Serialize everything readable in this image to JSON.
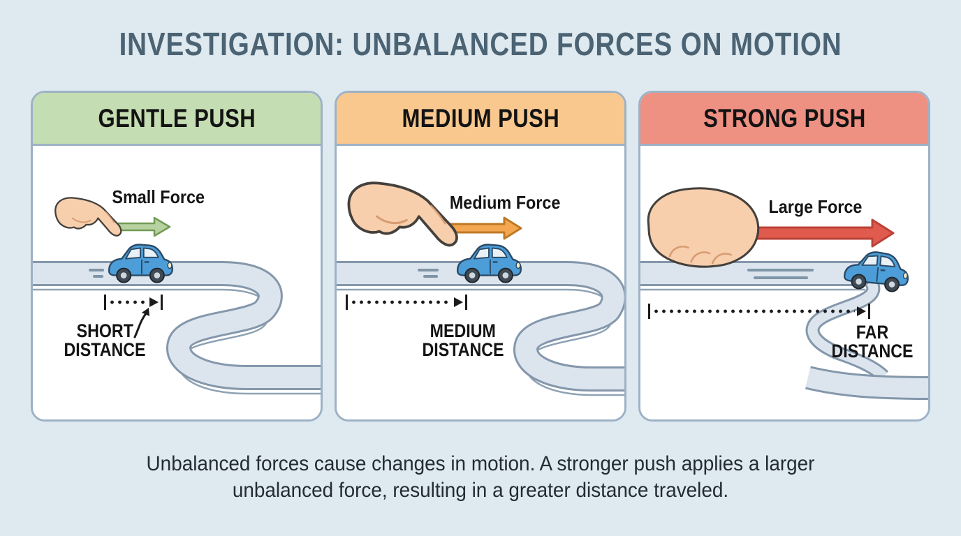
{
  "title": "INVESTIGATION: UNBALANCED FORCES ON MOTION",
  "caption": "Unbalanced forces cause changes in motion. A stronger push applies a larger unbalanced force, resulting in a greater distance traveled.",
  "colors": {
    "page_background": "#dee9f0",
    "title_text": "#4b6373",
    "panel_border": "#9eb2c5",
    "road_surface": "#dce5ee",
    "road_edge": "#8497ab",
    "car_body": "#4d9ed8",
    "hand_skin": "#f7cfad",
    "measure_line": "#1b1b1b"
  },
  "panels": [
    {
      "header": "GENTLE PUSH",
      "header_bg": "#c5ddb2",
      "force_label": "Small Force",
      "arrow_fill": "#b7d2a0",
      "arrow_stroke": "#729a55",
      "hand_icon": "pointing-hand",
      "car_icon": "toy-car",
      "distance_lines": [
        "SHORT",
        "DISTANCE"
      ]
    },
    {
      "header": "MEDIUM PUSH",
      "header_bg": "#f8c88f",
      "force_label": "Medium Force",
      "arrow_fill": "#f4a750",
      "arrow_stroke": "#bd7a26",
      "hand_icon": "pointing-hand",
      "car_icon": "toy-car",
      "distance_lines": [
        "MEDIUM",
        "DISTANCE"
      ]
    },
    {
      "header": "STRONG PUSH",
      "header_bg": "#ee9082",
      "force_label": "Large Force",
      "arrow_fill": "#e05a4e",
      "arrow_stroke": "#bb4238",
      "hand_icon": "fist-hand",
      "car_icon": "toy-car",
      "distance_lines": [
        "FAR",
        "DISTANCE"
      ]
    }
  ]
}
